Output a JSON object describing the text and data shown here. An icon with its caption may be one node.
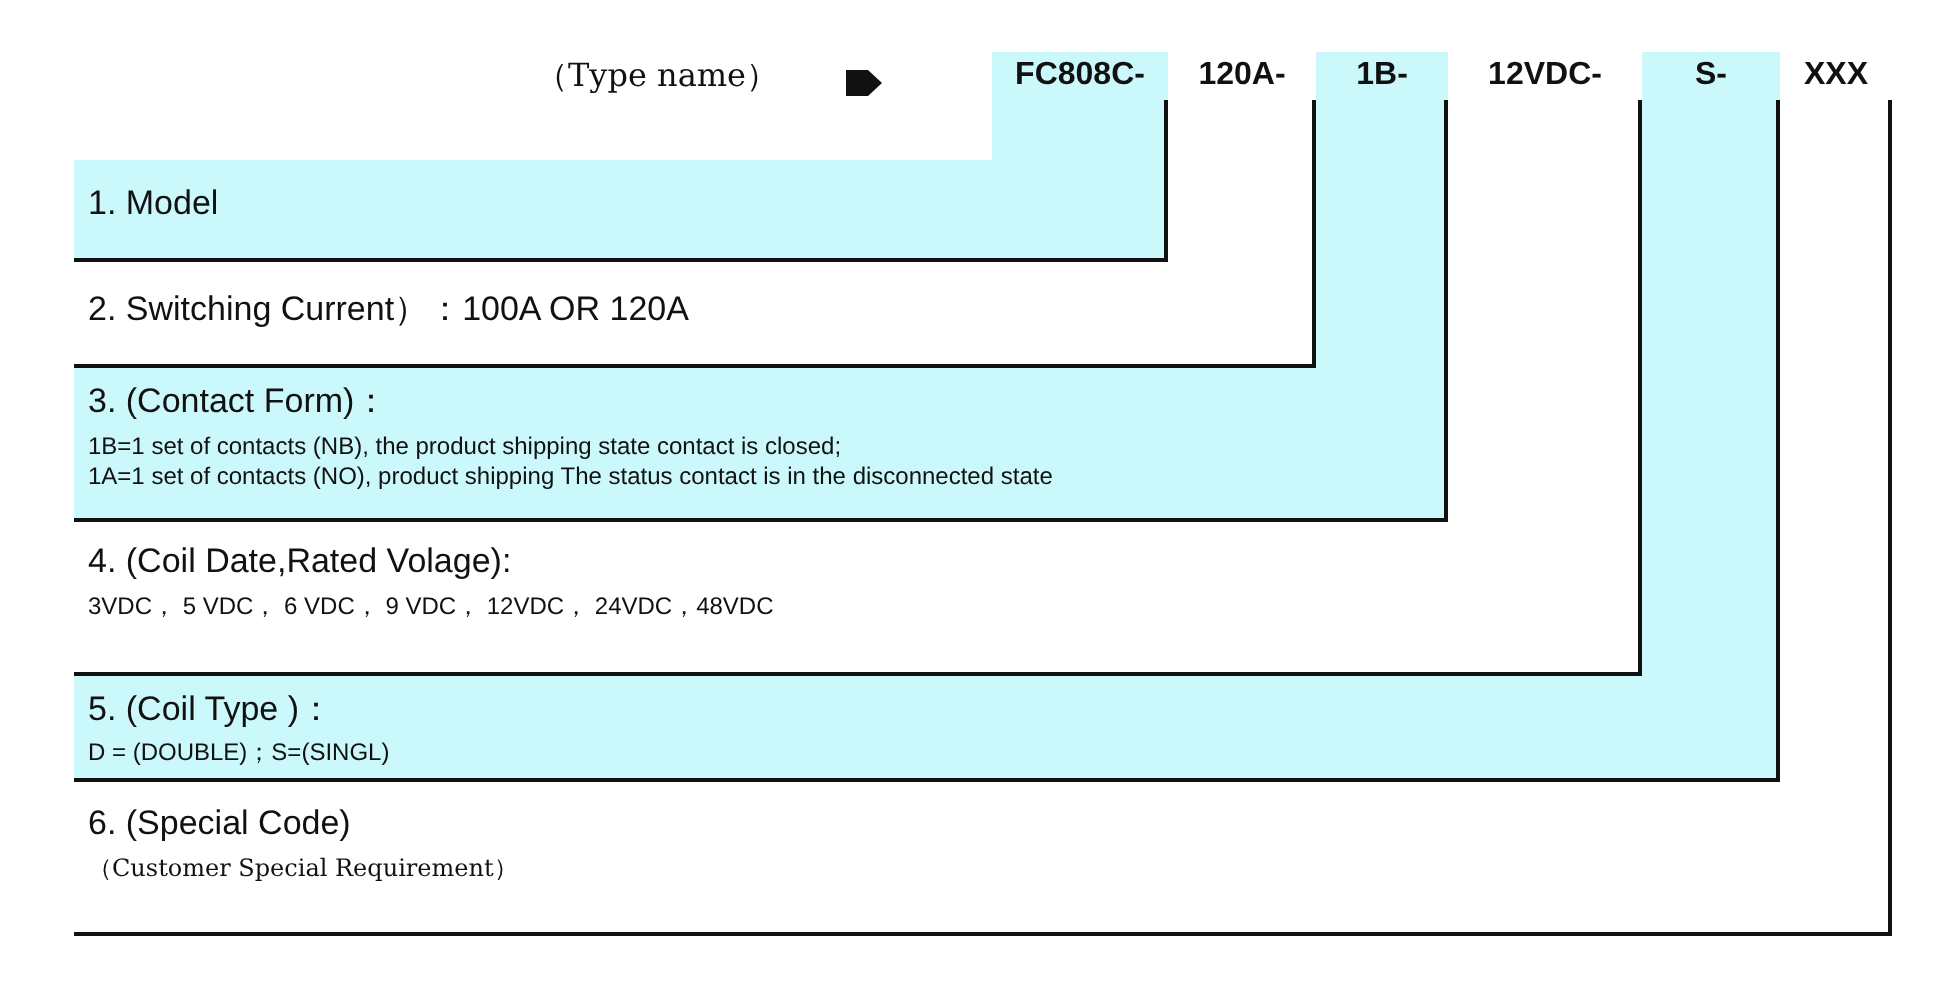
{
  "diagram": {
    "nodes": [
      {
        "text": [
          "（Type name）"
        ]
      },
      {
        "text": [
          "FC808C-"
        ]
      },
      {
        "text": [
          "120A-"
        ]
      },
      {
        "text": [
          "1B-"
        ]
      },
      {
        "text": [
          "12VDC-"
        ]
      },
      {
        "text": [
          "S-"
        ]
      },
      {
        "text": [
          "XXX"
        ]
      },
      {
        "text": [
          "1. Model"
        ]
      },
      {
        "text": [
          "2. Switching Current）：100A OR 120A"
        ]
      },
      {
        "text": [
          "3. (Contact Form)：",
          "1B=1 set of contacts (NB), the product shipping state contact is closed;",
          "1A=1 set of contacts (NO), product shipping The status contact is in the disconnected state"
        ]
      },
      {
        "text": [
          "4. (Coil Date,Rated Volage):",
          "3VDC， 5 VDC， 6 VDC， 9 VDC， 12VDC， 24VDC，48VDC"
        ]
      },
      {
        "text": [
          "5. (Coil Type )：",
          "D = (DOUBLE)；S=(SINGL)"
        ]
      },
      {
        "text": [
          "6. (Special Code)",
          "（Customer Special Requirement）"
        ]
      }
    ],
    "edges": [
      {
        "from": 1,
        "to": 7,
        "arrow": "none"
      },
      {
        "from": 2,
        "to": 8,
        "arrow": "none"
      },
      {
        "from": 3,
        "to": 9,
        "arrow": "none"
      },
      {
        "from": 4,
        "to": 10,
        "arrow": "none"
      },
      {
        "from": 5,
        "to": 11,
        "arrow": "none"
      },
      {
        "from": 6,
        "to": 12,
        "arrow": "none"
      }
    ]
  }
}
